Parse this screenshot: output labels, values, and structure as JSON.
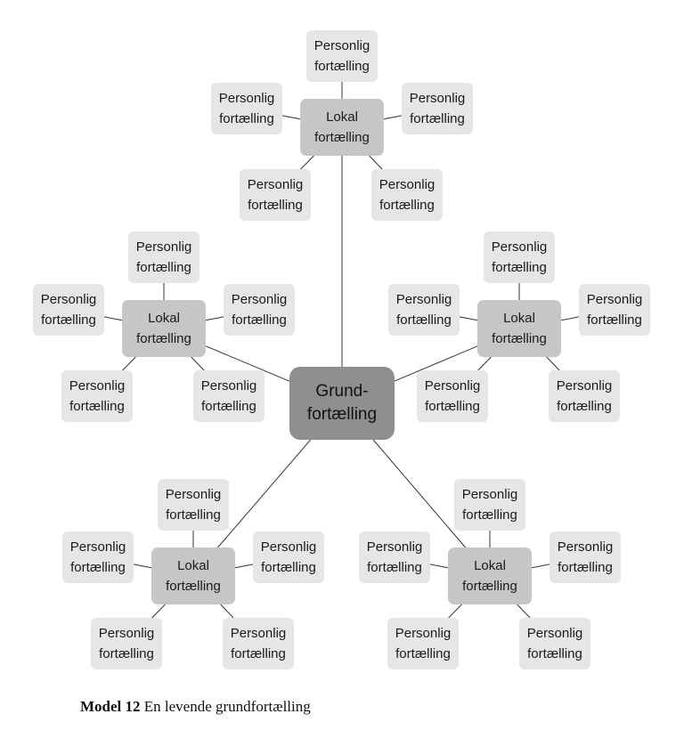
{
  "diagram": {
    "root": {
      "label": "Grund-\nfortælling"
    },
    "local_label": "Lokal\nfortælling",
    "personal_label": "Personlig\nfortælling",
    "colors": {
      "root_fill": "#8f8f8f",
      "local_fill": "#c6c6c6",
      "personal_fill": "#e6e6e6",
      "line": "#333333"
    },
    "clusters": [
      {
        "name": "top",
        "personal_count": 5
      },
      {
        "name": "left",
        "personal_count": 5
      },
      {
        "name": "right",
        "personal_count": 5
      },
      {
        "name": "bottom-left",
        "personal_count": 5
      },
      {
        "name": "bottom-right",
        "personal_count": 5
      }
    ]
  },
  "caption": {
    "number": "Model 12",
    "text": "En levende grundfortælling"
  }
}
